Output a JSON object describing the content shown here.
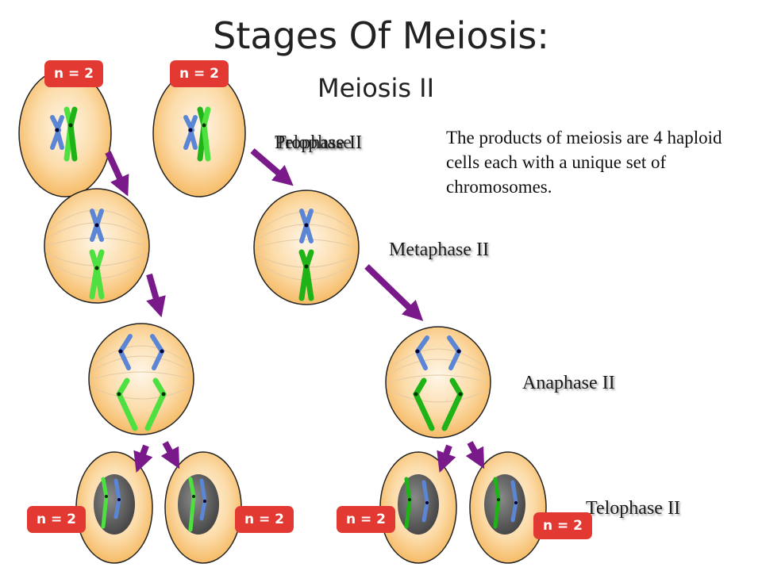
{
  "title": "Stages Of Meiosis:",
  "subtitle": "Meiosis II",
  "caption": "The products of meiosis are 4 haploid cells each with a unique set of chromosomes.",
  "labels": {
    "prophase": "Prophase II",
    "telophase_overlap": "Telophase",
    "metaphase": "Metaphase II",
    "anaphase": "Anaphase II",
    "telophase": "Telophase II"
  },
  "badge_text": "n = 2",
  "colors": {
    "cell_fill_center": "#fef4e3",
    "cell_fill_edge": "#f6b95a",
    "chromosome_blue": "#5b86d6",
    "chromosome_green": "#4ee040",
    "chromosome_green_dark": "#1fb317",
    "arrow": "#7a1a8a",
    "badge": "#e23a32",
    "nucleus": "#5a5a5a"
  }
}
